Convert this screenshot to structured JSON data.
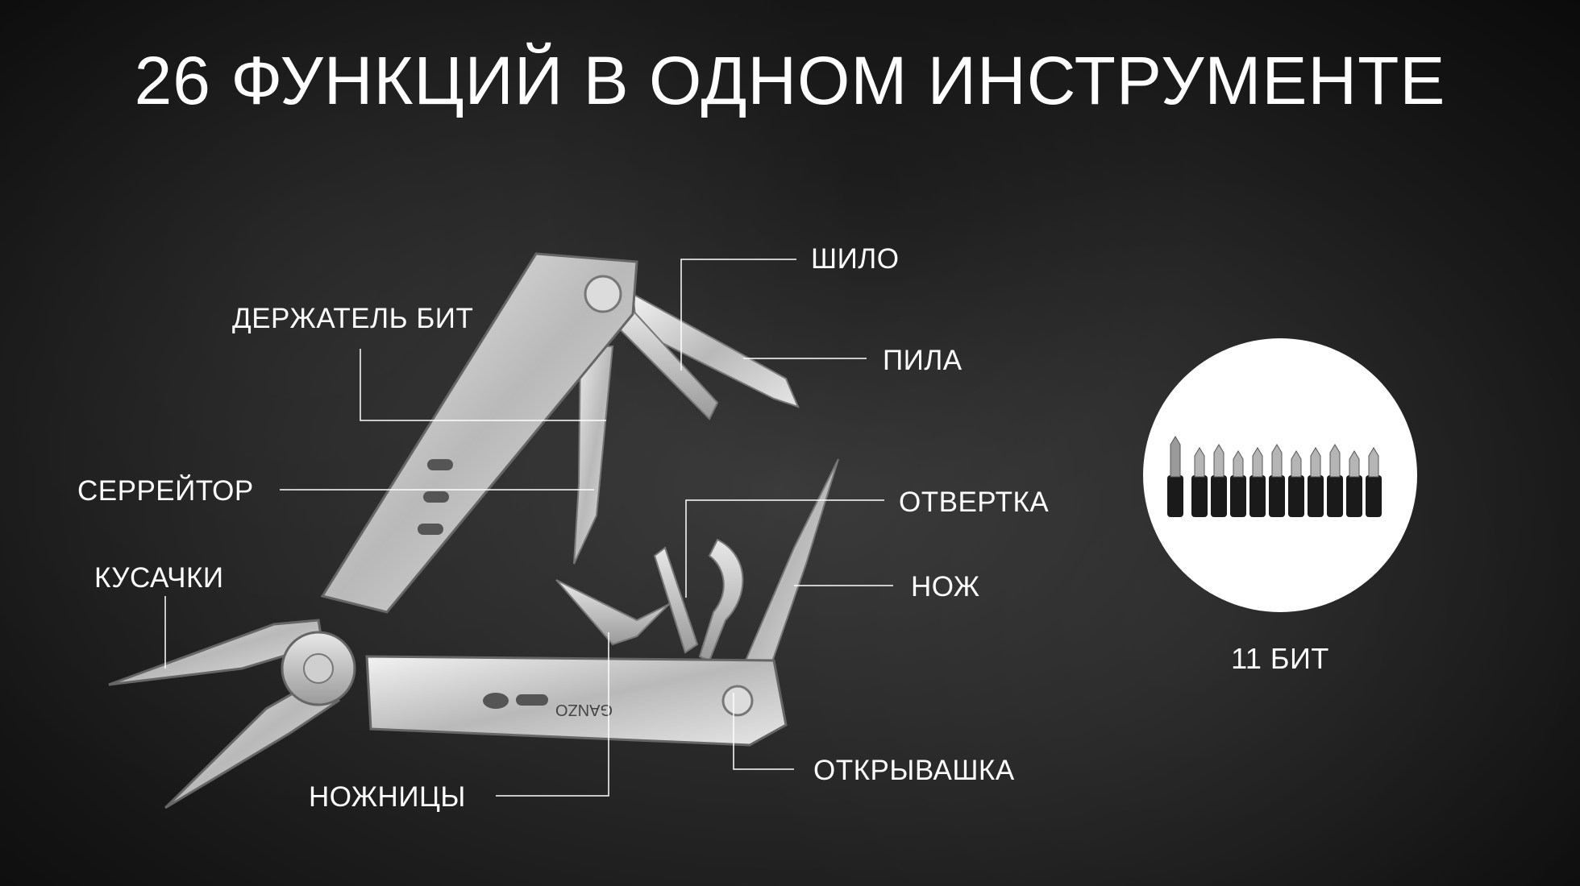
{
  "title": "26 ФУНКЦИЙ В ОДНОМ ИНСТРУМЕНТЕ",
  "tool_brand": "GANZO",
  "labels": {
    "awl": "ШИЛО",
    "bit_holder": "ДЕРЖАТЕЛЬ БИТ",
    "saw": "ПИЛА",
    "serrator": "СЕРРЕЙТОР",
    "screwdriver": "ОТВЕРТКА",
    "cutters": "КУСАЧКИ",
    "knife": "НОЖ",
    "opener": "ОТКРЫВАШКА",
    "scissors": "НОЖНИЦЫ"
  },
  "bits_caption": "11 БИТ",
  "colors": {
    "background": "#1e1e1e",
    "text": "#ffffff",
    "steel": "#c9c9c9"
  }
}
